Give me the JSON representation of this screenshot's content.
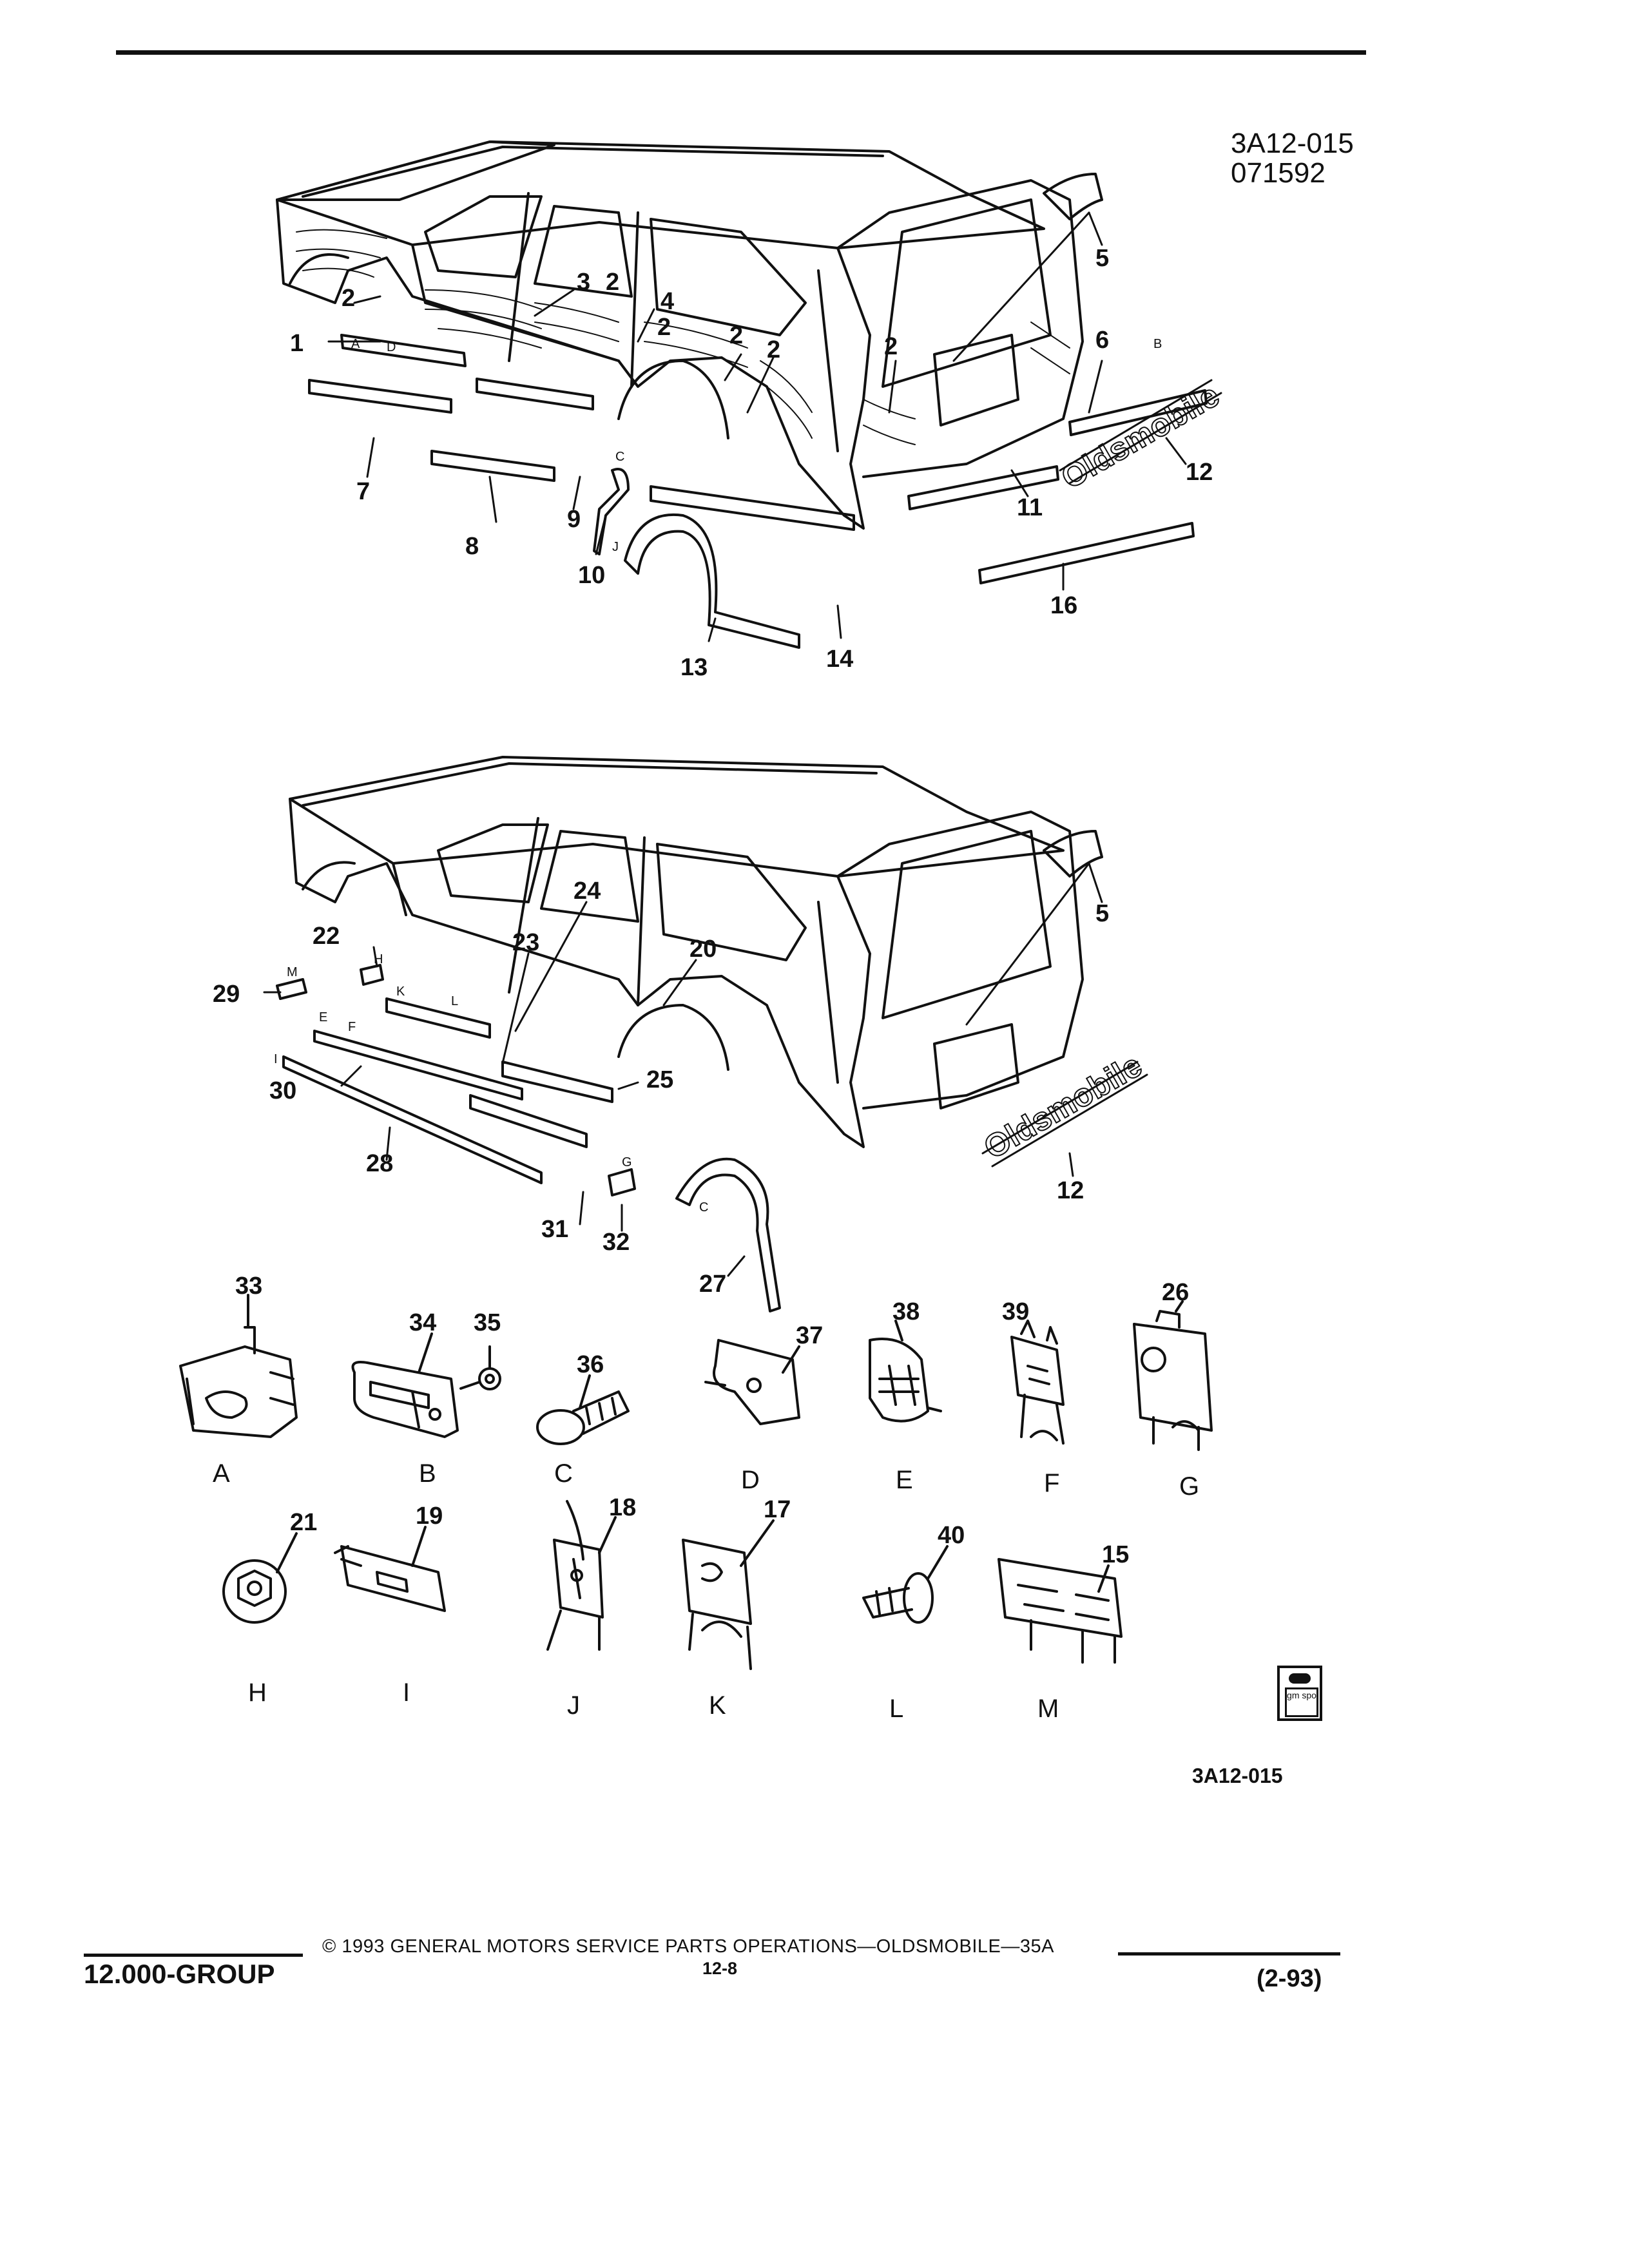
{
  "header": {
    "doc_id": "3A12-015",
    "doc_date": "071592"
  },
  "upper_diagram": {
    "callouts": [
      "1",
      "2",
      "2",
      "3",
      "2",
      "4",
      "2",
      "2",
      "2",
      "5",
      "6",
      "7",
      "8",
      "9",
      "10",
      "11",
      "12",
      "13",
      "14",
      "16"
    ],
    "mark_letters_sample": [
      "A",
      "D",
      "B",
      "C",
      "J"
    ]
  },
  "lower_diagram": {
    "callouts": [
      "5",
      "24",
      "23",
      "20",
      "22",
      "29",
      "30",
      "28",
      "25",
      "31",
      "32",
      "27",
      "12"
    ],
    "mark_letters_sample": [
      "M",
      "H",
      "E",
      "F",
      "K",
      "L",
      "I",
      "G",
      "C"
    ]
  },
  "emblem_text": "Oldsmobile",
  "fasteners": [
    {
      "callout": "33",
      "letter": "A"
    },
    {
      "callout": "34",
      "letter": "B"
    },
    {
      "callout": "35",
      "letter": "C"
    },
    {
      "callout": "36",
      "letter": "C"
    },
    {
      "callout": "37",
      "letter": "D"
    },
    {
      "callout": "38",
      "letter": "E"
    },
    {
      "callout": "39",
      "letter": "F"
    },
    {
      "callout": "26",
      "letter": "G"
    },
    {
      "callout": "21",
      "letter": "H"
    },
    {
      "callout": "19",
      "letter": "I"
    },
    {
      "callout": "18",
      "letter": "J"
    },
    {
      "callout": "17",
      "letter": "K"
    },
    {
      "callout": "40",
      "letter": "L"
    },
    {
      "callout": "15",
      "letter": "M"
    }
  ],
  "row1_letters": [
    "A",
    "B",
    "C",
    "D",
    "E",
    "F",
    "G"
  ],
  "row2_letters": [
    "H",
    "I",
    "J",
    "K",
    "L",
    "M"
  ],
  "logo_text": "gm spo",
  "figure_id": "3A12-015",
  "footer": {
    "copyright": "© 1993 GENERAL MOTORS SERVICE PARTS OPERATIONS—OLDSMOBILE—35A",
    "page": "12-8",
    "group": "12.000-GROUP",
    "revision": "(2-93)"
  }
}
